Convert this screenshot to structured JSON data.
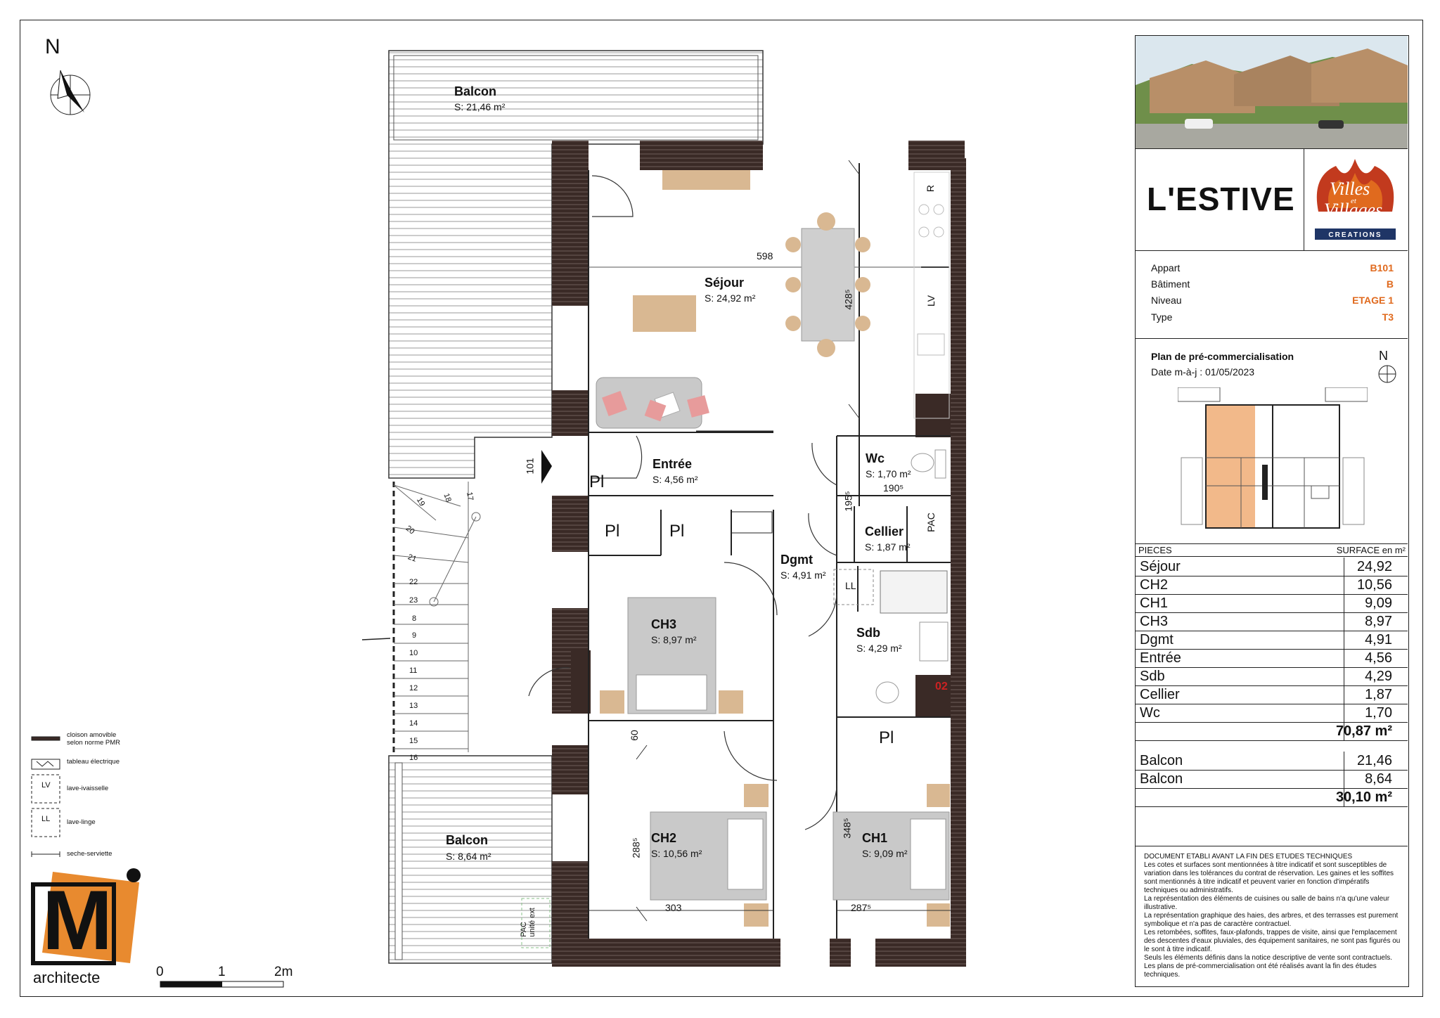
{
  "rooms": {
    "balcon_top": {
      "name": "Balcon",
      "surface": "S: 21,46 m²"
    },
    "sejour": {
      "name": "Séjour",
      "surface": "S: 24,92 m²"
    },
    "entree": {
      "name": "Entrée",
      "surface": "S: 4,56 m²"
    },
    "wc": {
      "name": "Wc",
      "surface": "S: 1,70 m²"
    },
    "cellier": {
      "name": "Cellier",
      "surface": "S: 1,87 m²"
    },
    "dgmt": {
      "name": "Dgmt",
      "surface": "S: 4,91 m²"
    },
    "ch3": {
      "name": "CH3",
      "surface": "S: 8,97 m²"
    },
    "sdb": {
      "name": "Sdb",
      "surface": "S: 4,29 m²"
    },
    "ch2": {
      "name": "CH2",
      "surface": "S: 10,56 m²"
    },
    "ch1": {
      "name": "CH1",
      "surface": "S: 9,09 m²"
    },
    "balcon_bottom": {
      "name": "Balcon",
      "surface": "S: 8,64 m²"
    }
  },
  "dimensions": {
    "d598": "598",
    "d4285": "428⁵",
    "d101": "101",
    "d1905": "190⁵",
    "d1955": "195⁵",
    "d60": "60",
    "d2885": "288⁵",
    "d3485": "348⁵",
    "d303": "303",
    "d2875": "287⁵"
  },
  "marks": {
    "pl": "Pl",
    "r": "R",
    "lv": "LV",
    "ll": "LL",
    "pac": "PAC",
    "pac_ext": "PAC\nunité ext",
    "code02": "02",
    "stairs": [
      "19",
      "18",
      "17",
      "20",
      "21",
      "22",
      "23",
      "8",
      "9",
      "10",
      "11",
      "12",
      "13",
      "14",
      "15",
      "16"
    ]
  },
  "north": "N",
  "scale": {
    "labels": [
      "0",
      "1",
      "2m"
    ]
  },
  "architect": {
    "name": "architecte",
    "mark": "M"
  },
  "legend": [
    {
      "symbol": "",
      "text": "cloison amovible selon norme PMR"
    },
    {
      "symbol": "",
      "text": "tableau électrique"
    },
    {
      "symbol": "LV",
      "text": "lave-ivaisselle"
    },
    {
      "symbol": "LL",
      "text": "lave-linge"
    },
    {
      "symbol": "",
      "text": "seche-serviette"
    }
  ],
  "title_block": {
    "project": "L'ESTIVE",
    "logo": {
      "line1": "Villes",
      "line2": "et",
      "line3": "Villages",
      "line4": "CREATIONS"
    },
    "info": [
      {
        "label": "Appart",
        "value": "B101"
      },
      {
        "label": "Bâtiment",
        "value": "B"
      },
      {
        "label": "Niveau",
        "value": "ETAGE 1"
      },
      {
        "label": "Type",
        "value": "T3"
      }
    ],
    "plan_title": "Plan de pré-commercialisation",
    "plan_date": "Date m-à-j : 01/05/2023",
    "north": "N",
    "pieces_header": "PIECES",
    "surface_header": "SURFACE en m²",
    "pieces": [
      {
        "name": "Séjour",
        "value": "24,92"
      },
      {
        "name": "CH2",
        "value": "10,56"
      },
      {
        "name": "CH1",
        "value": "9,09"
      },
      {
        "name": "CH3",
        "value": "8,97"
      },
      {
        "name": "Dgmt",
        "value": "4,91"
      },
      {
        "name": "Entrée",
        "value": "4,56"
      },
      {
        "name": "Sdb",
        "value": "4,29"
      },
      {
        "name": "Cellier",
        "value": "1,87"
      },
      {
        "name": "Wc",
        "value": "1,70"
      }
    ],
    "total_interior": "70,87 m²",
    "balcons": [
      {
        "name": "Balcon",
        "value": "21,46"
      },
      {
        "name": "Balcon",
        "value": "8,64"
      }
    ],
    "total_balcons": "30,10 m²",
    "notes": [
      "DOCUMENT ETABLI AVANT LA FIN DES ETUDES TECHNIQUES",
      "Les cotes et surfaces sont mentionnées à titre indicatif et sont susceptibles de variation dans les tolérances du contrat de réservation. Les gaines et les soffites sont mentionnés à titre indicatif et peuvent varier en fonction d'impératifs techniques ou administratifs.",
      "La représentation des éléments de cuisines ou salle de bains n'a qu'une valeur illustrative.",
      "La représentation graphique des haies, des arbres, et des terrasses est purement symbolique et n'a pas de caractère contractuel.",
      "Les retombées, soffites, faux-plafonds, trappes de visite, ainsi que l'emplacement des descentes d'eaux pluviales, des équipement sanitaires, ne sont pas figurés ou le sont à titre indicatif.",
      "Seuls les éléments définis dans la notice descriptive de vente sont contractuels. Les plans de pré-commercialisation ont été réalisés avant la fin des études techniques."
    ]
  },
  "colors": {
    "wall": "#3a2a26",
    "wood": "#d9b892",
    "accent": "#e06a1e",
    "highlight": "#f2b98a",
    "navy": "#1f3566",
    "sofa": "#c9c9c9",
    "cushion": "#e79b9b"
  }
}
